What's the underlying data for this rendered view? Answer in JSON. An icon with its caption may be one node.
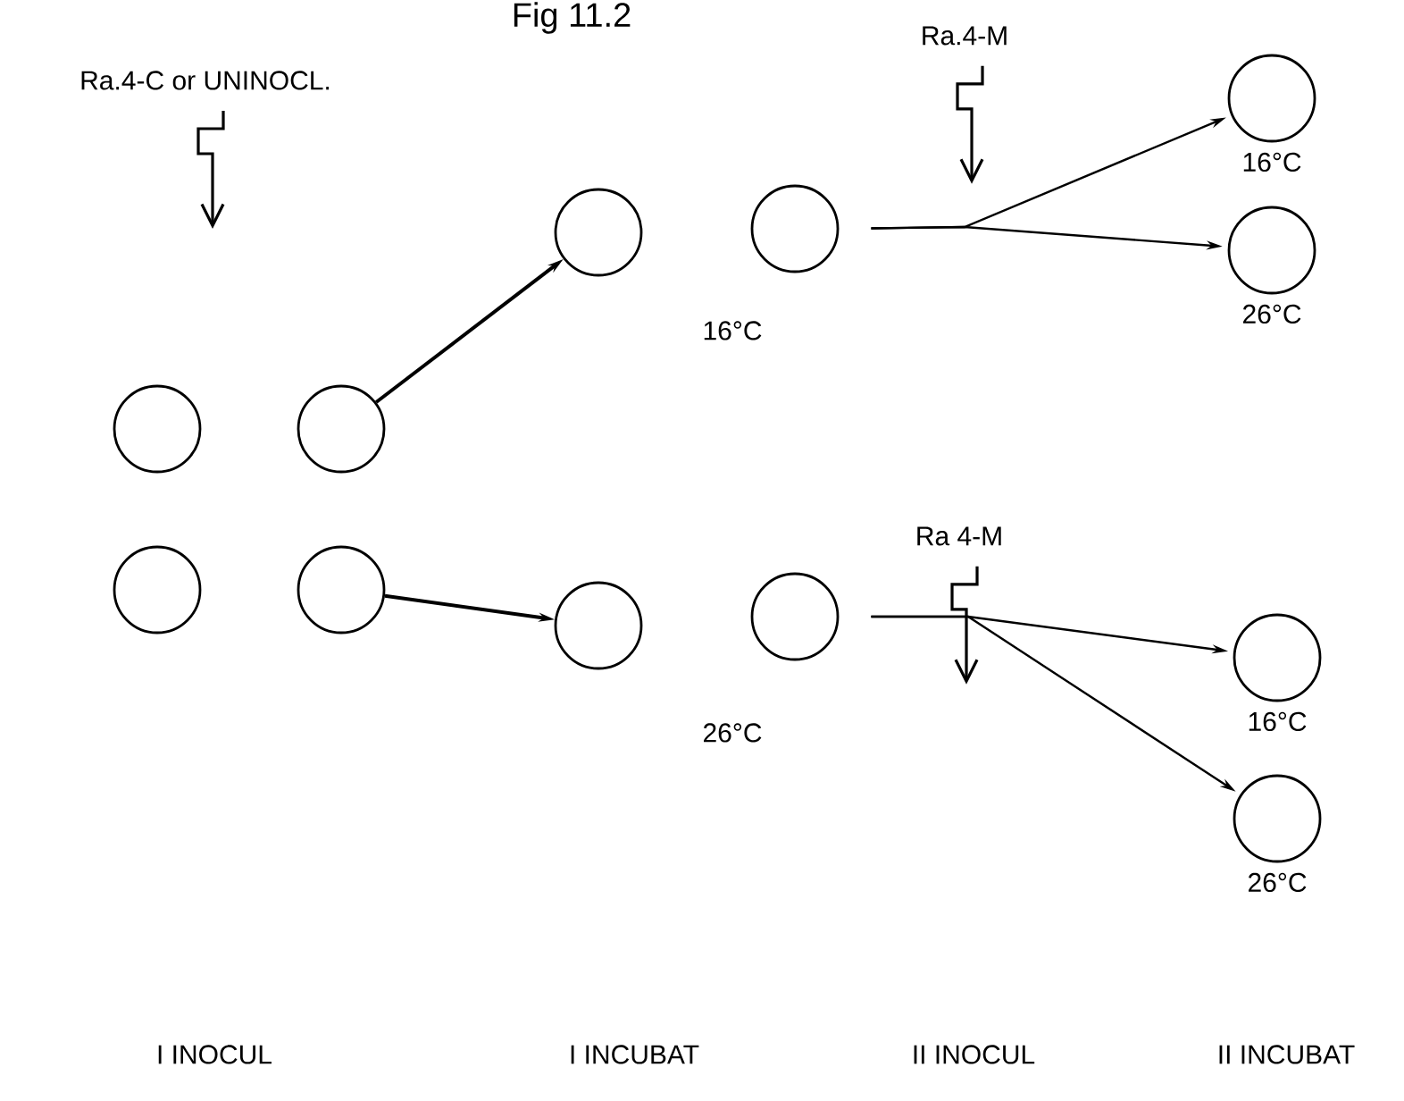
{
  "diagram": {
    "title": "Fig 11.2",
    "nodes": [
      {
        "text": [],
        "shape": "circle"
      },
      {
        "text": [],
        "shape": "circle"
      },
      {
        "text": [],
        "shape": "circle"
      },
      {
        "text": [],
        "shape": "circle"
      },
      {
        "text": [],
        "shape": "circle"
      },
      {
        "text": [],
        "shape": "circle"
      },
      {
        "text": [],
        "shape": "circle"
      },
      {
        "text": [],
        "shape": "circle"
      },
      {
        "text": [],
        "shape": "circle",
        "beside": [
          "16°C"
        ]
      },
      {
        "text": [],
        "shape": "circle",
        "beside": [
          "26°C"
        ]
      },
      {
        "text": [],
        "shape": "circle",
        "beside": [
          "16°C"
        ]
      },
      {
        "text": [],
        "shape": "circle",
        "beside": [
          "26°C"
        ]
      },
      {
        "text": [
          "Ra.4-C or UNINOCL."
        ]
      },
      {
        "text": [
          "Ra.4-M"
        ]
      },
      {
        "text": [
          "Ra 4-M"
        ]
      }
    ],
    "edges": [
      {
        "from": 1,
        "to": 4,
        "arrow": "to"
      },
      {
        "from": 3,
        "to": 6,
        "arrow": "to"
      },
      {
        "from": 5,
        "to": 8,
        "arrow": "to"
      },
      {
        "from": 5,
        "to": 9,
        "arrow": "to"
      },
      {
        "from": 7,
        "to": 10,
        "arrow": "to"
      },
      {
        "from": 7,
        "to": 11,
        "arrow": "to"
      },
      {
        "from": 12,
        "to": null,
        "arrow": "to"
      },
      {
        "from": 13,
        "to": null,
        "arrow": "to"
      },
      {
        "from": 14,
        "to": null,
        "arrow": "to"
      }
    ],
    "labels": [
      "16°C",
      "26°C",
      "I INOCUL",
      "I INCUBAT",
      "II INOCUL",
      "II INCUBAT"
    ]
  }
}
